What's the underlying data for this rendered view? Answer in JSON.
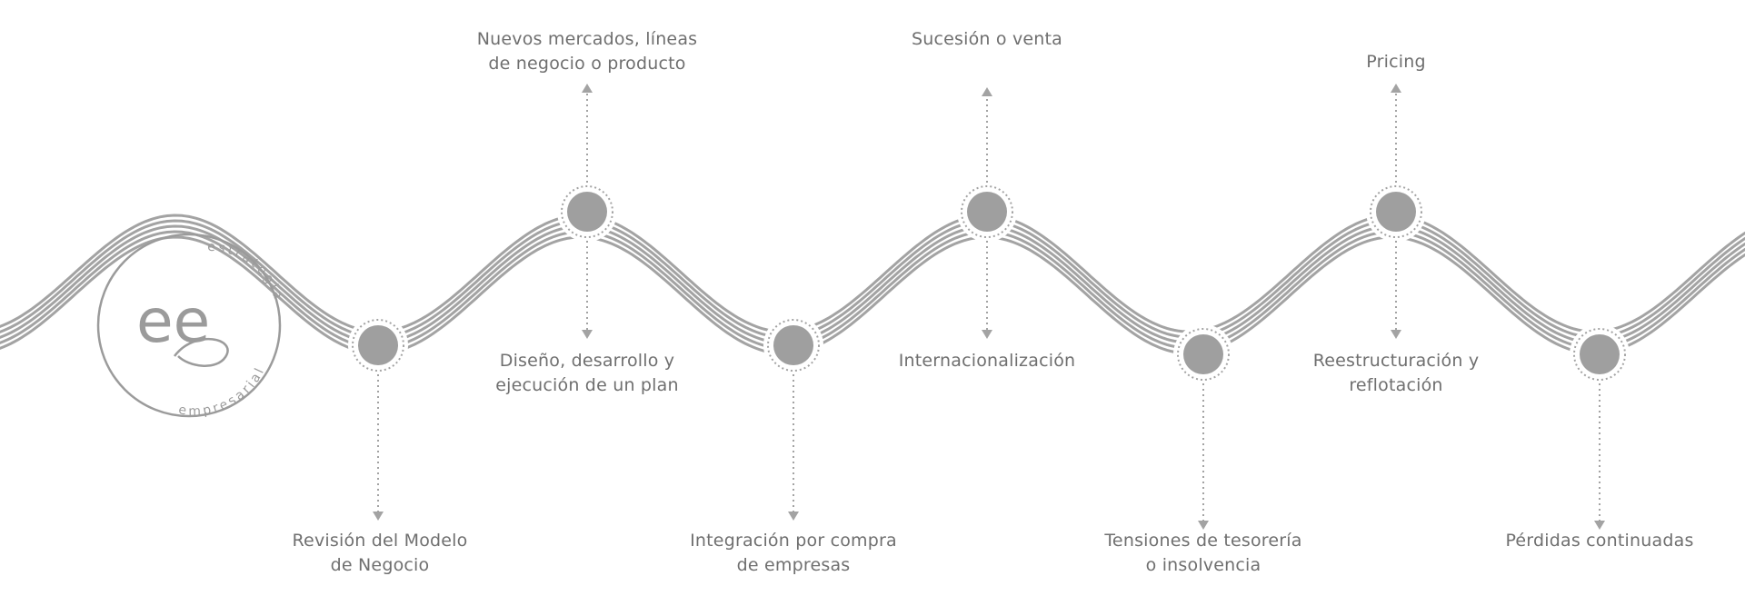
{
  "brand": {
    "monogram": "ee",
    "word_top": "estrategia",
    "word_bottom": "empresarial"
  },
  "colors": {
    "line": "#a3a3a3",
    "node_fill": "#9f9f9f",
    "text": "#6f6f6f",
    "logo": "#9b9b9b",
    "background": "#ffffff"
  },
  "nodes": [
    {
      "id": "revision",
      "label": "Revisión del Modelo\nde Negocio"
    },
    {
      "id": "nuevos",
      "label": "Nuevos mercados, líneas\nde negocio o producto"
    },
    {
      "id": "diseno",
      "label": "Diseño, desarrollo y\nejecución de un plan"
    },
    {
      "id": "integracion",
      "label": "Integración por compra\nde empresas"
    },
    {
      "id": "sucesion",
      "label": "Sucesión o venta"
    },
    {
      "id": "internacionalizacion",
      "label": "Internacionalización"
    },
    {
      "id": "tensiones",
      "label": "Tensiones de tesorería\no insolvencia"
    },
    {
      "id": "pricing",
      "label": "Pricing"
    },
    {
      "id": "reestructuracion",
      "label": "Reestructuración y\nreflotación"
    },
    {
      "id": "perdidas",
      "label": "Pérdidas continuadas"
    }
  ]
}
